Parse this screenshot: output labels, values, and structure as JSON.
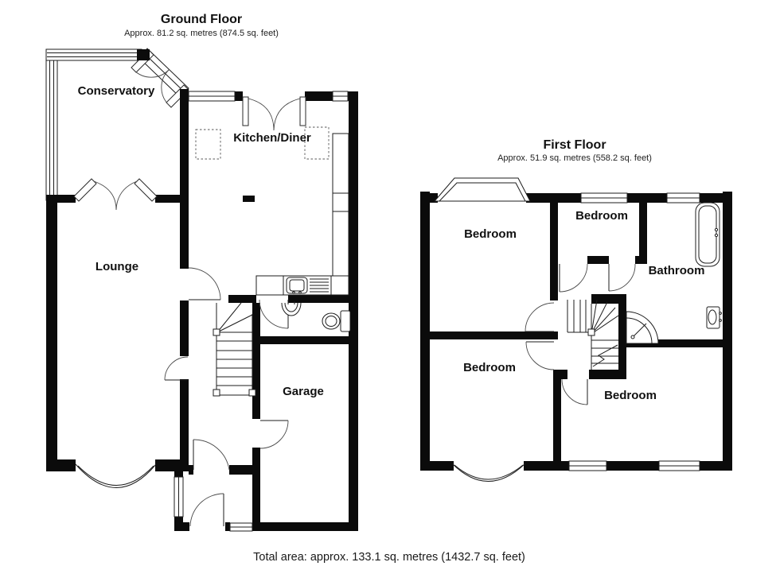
{
  "ground_floor": {
    "title": "Ground Floor",
    "area_line": "Approx. 81.2 sq. metres (874.5 sq. feet)",
    "rooms": {
      "conservatory": "Conservatory",
      "kitchen_diner": "Kitchen/Diner",
      "lounge": "Lounge",
      "garage": "Garage"
    }
  },
  "first_floor": {
    "title": "First Floor",
    "area_line": "Approx. 51.9 sq. metres (558.2 sq. feet)",
    "rooms": {
      "bedroom_front": "Bedroom",
      "bedroom_small": "Bedroom",
      "bathroom": "Bathroom",
      "bedroom_back_left": "Bedroom",
      "bedroom_back_right": "Bedroom"
    }
  },
  "footer": {
    "total_area": "Total area: approx. 133.1 sq. metres (1432.7 sq. feet)"
  },
  "colors": {
    "wall": "#0b0b0b",
    "line": "#1c1c1c",
    "background": "#ffffff"
  }
}
